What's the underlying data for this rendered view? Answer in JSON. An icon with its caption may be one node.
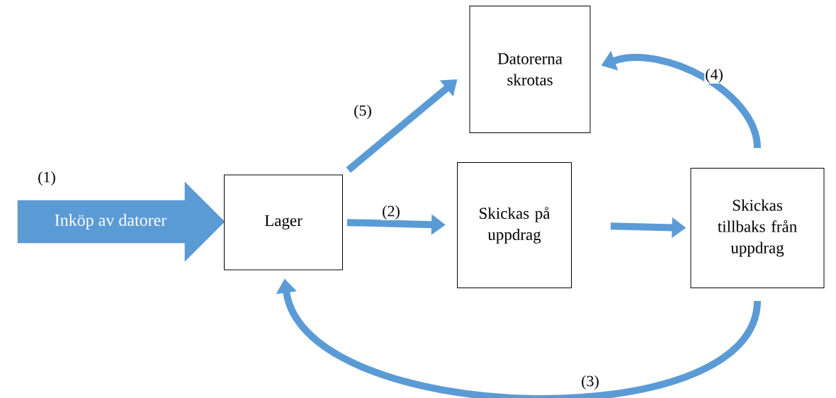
{
  "diagram": {
    "nodes": [
      {
        "text": [
          "Inköp av datorer"
        ]
      },
      {
        "text": [
          "Lager"
        ]
      },
      {
        "text": [
          "Datorerna skrotas"
        ]
      },
      {
        "text": [
          "Skickas på uppdrag"
        ]
      },
      {
        "text": [
          "Skickas tillbaks från uppdrag"
        ]
      }
    ],
    "edges": [
      {
        "from": 1,
        "to": 2,
        "arrow": "to",
        "label": "(5)"
      },
      {
        "from": 1,
        "to": 3,
        "arrow": "to",
        "label": "(2)"
      },
      {
        "from": 3,
        "to": 4,
        "arrow": "to"
      },
      {
        "from": 4,
        "to": 2,
        "arrow": "to",
        "label": "(4)"
      },
      {
        "from": 4,
        "to": 1,
        "arrow": "to",
        "label": "(3)"
      }
    ],
    "labels": [
      "(1)"
    ]
  }
}
